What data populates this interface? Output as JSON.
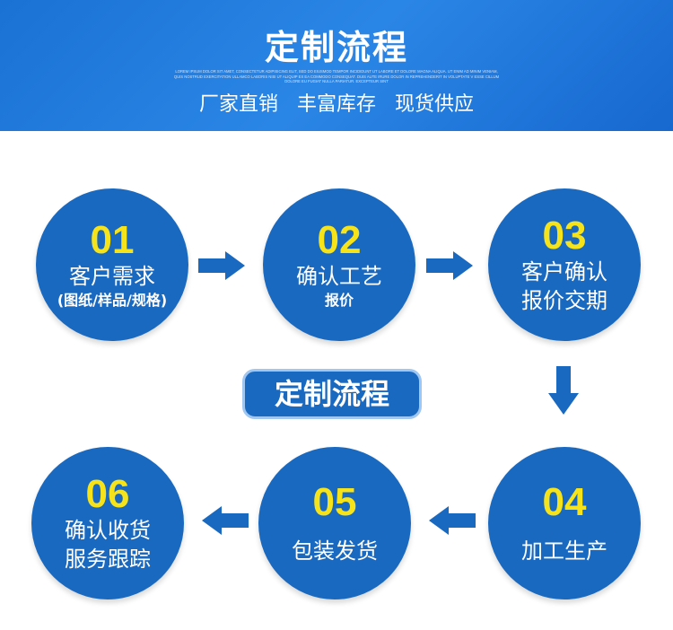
{
  "banner": {
    "title": "定制流程",
    "fine_print": "LOREM IPSUM DOLOR SIT AMET, CONSECTETUR ADIPISICING ELIT, SED DO EIUSMOD TEMPOR INCIDIDUNT UT LABORE ET DOLORE MAGNA ALIQUA. UT ENIM AD MINIM VENIAM, QUIS NOSTRUD EXERCITATION ULLAMCO LABORIS NISI UT ALIQUIP EX EA COMMODO CONSEQUAT. DUIS AUTE IRURE DOLOR IN REPREHENDERIT IN VOLUPTATE V ESSE CILLUM DOLORE EU FUGIAT NULLA PARIATUR. EXCEPTEUR SINT",
    "slogan": "厂家直销 丰富库存 现货供应"
  },
  "center_label": "定制流程",
  "steps": [
    {
      "num": "01",
      "line1": "客户需求",
      "line2": "(图纸/样品/规格)"
    },
    {
      "num": "02",
      "line1": "确认工艺",
      "line2": "报价"
    },
    {
      "num": "03",
      "line1": "客户确认",
      "line2": "报价交期"
    },
    {
      "num": "04",
      "line1": "加工生产"
    },
    {
      "num": "05",
      "line1": "包装发货"
    },
    {
      "num": "06",
      "line1": "确认收货",
      "line2": "服务跟踪"
    }
  ],
  "colors": {
    "circle": "#1a69c1",
    "number": "#f6e31a",
    "banner": "#2a86e6"
  },
  "icons": [
    "arrow-right-icon",
    "arrow-down-icon",
    "arrow-left-icon"
  ]
}
